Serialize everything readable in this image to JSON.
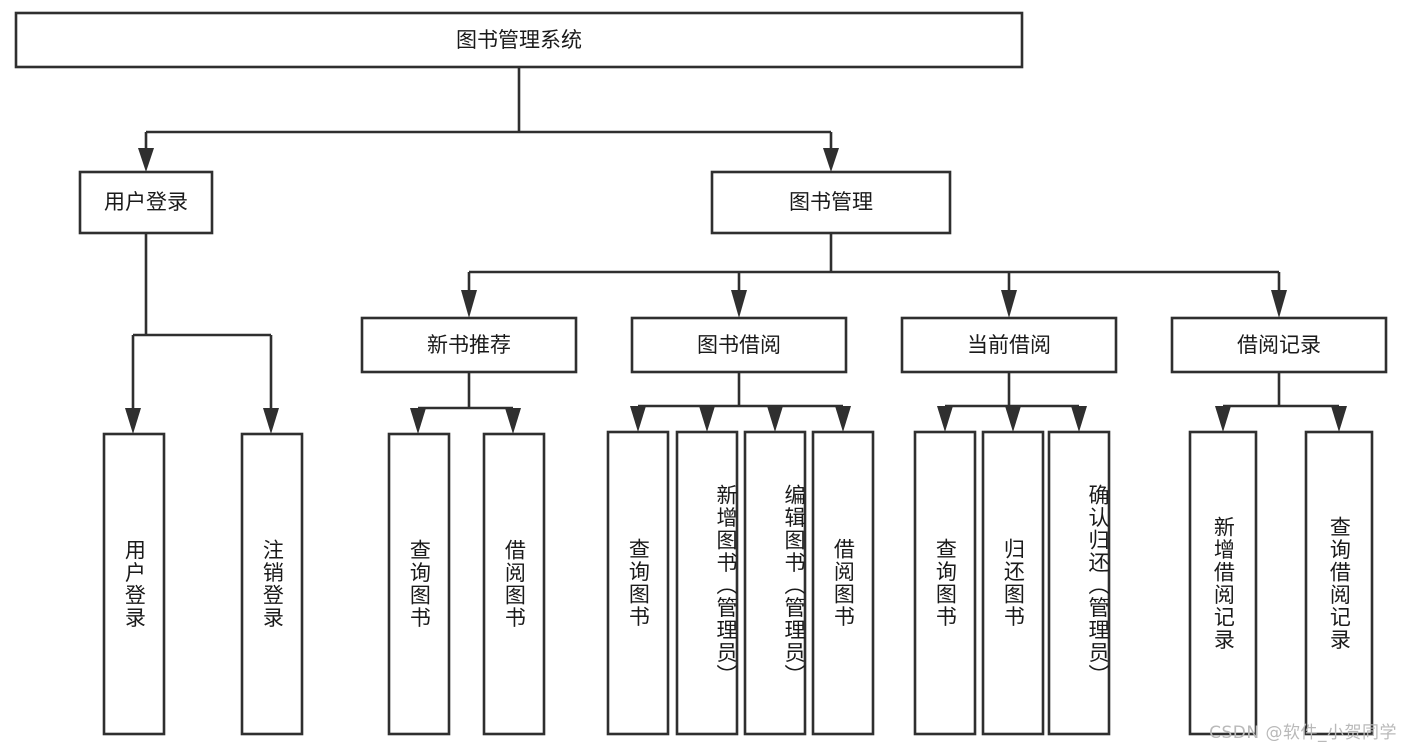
{
  "diagram": {
    "type": "hierarchy-tree",
    "orientation": "top-down",
    "root": {
      "label": "图书管理系统",
      "level": 0
    },
    "level1": [
      {
        "label": "用户登录"
      },
      {
        "label": "图书管理"
      }
    ],
    "level2": [
      {
        "label": "新书推荐",
        "parent": "图书管理"
      },
      {
        "label": "图书借阅",
        "parent": "图书管理"
      },
      {
        "label": "当前借阅",
        "parent": "图书管理"
      },
      {
        "label": "借阅记录",
        "parent": "图书管理"
      }
    ],
    "leaves": {
      "user_login": [
        {
          "label": "用户登录"
        },
        {
          "label": "注销登录"
        }
      ],
      "new_book_recommend": [
        {
          "label": "查询图书"
        },
        {
          "label": "借阅图书"
        }
      ],
      "book_borrow": [
        {
          "label": "查询图书"
        },
        {
          "label": "新增图书（管理员）"
        },
        {
          "label": "编辑图书（管理员）"
        },
        {
          "label": "借阅图书"
        }
      ],
      "current_borrow": [
        {
          "label": "查询图书"
        },
        {
          "label": "归还图书"
        },
        {
          "label": "确认归还（管理员）"
        }
      ],
      "borrow_record": [
        {
          "label": "新增借阅记录"
        },
        {
          "label": "查询借阅记录"
        }
      ]
    }
  },
  "watermark": {
    "text": "CSDN @软件_小贺同学"
  },
  "colors": {
    "stroke": "#2f2f2f",
    "fill": "#ffffff",
    "text": "#1a1a1a",
    "watermark": "#b9b9b9"
  }
}
